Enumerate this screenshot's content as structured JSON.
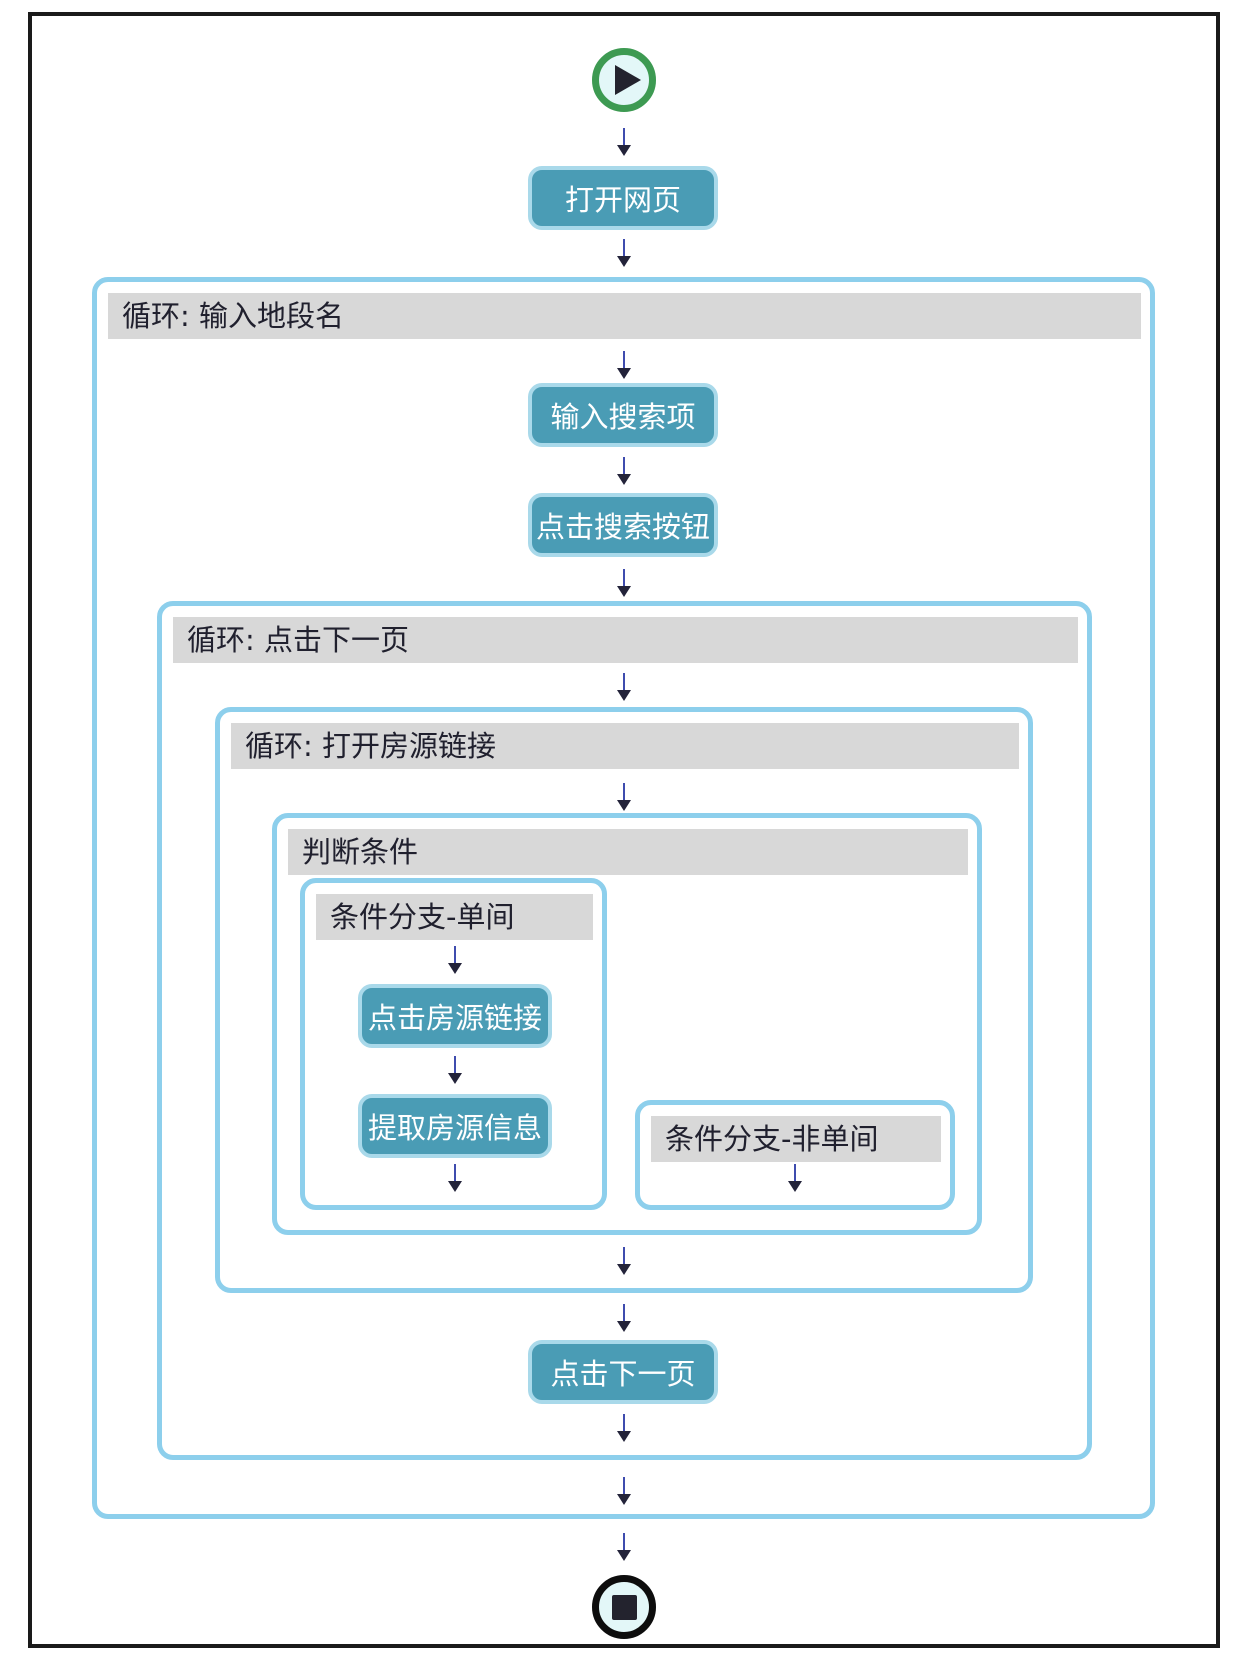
{
  "colors": {
    "frame_border": "#1a1a1a",
    "loop_border": "#8dcfec",
    "header_bg": "#d8d8d8",
    "header_text": "#20202e",
    "node_fill": "#4a9cb5",
    "node_border": "#a9d9ea",
    "node_text": "#ffffff",
    "start_ring": "#3d9a52",
    "end_ring": "#0d0d0d",
    "icon_fill": "#e3f7f8",
    "icon_glyph": "#23232e",
    "arrow_stem": "#3f4cae",
    "arrow_head": "#23233a"
  },
  "workflow": {
    "start": {
      "icon": "play-icon"
    },
    "open_page": {
      "label": "打开网页"
    },
    "loop_location": {
      "title": "循环: 输入地段名",
      "input_search": {
        "label": "输入搜索项"
      },
      "click_search": {
        "label": "点击搜索按钮"
      },
      "loop_next_page": {
        "title": "循环: 点击下一页",
        "loop_open_listing": {
          "title": "循环: 打开房源链接",
          "condition": {
            "title": "判断条件",
            "branch_single": {
              "title": "条件分支-单间",
              "click_listing": {
                "label": "点击房源链接"
              },
              "extract_listing": {
                "label": "提取房源信息"
              }
            },
            "branch_not_single": {
              "title": "条件分支-非单间"
            }
          }
        },
        "click_next_page": {
          "label": "点击下一页"
        }
      }
    },
    "end": {
      "icon": "stop-icon"
    }
  }
}
